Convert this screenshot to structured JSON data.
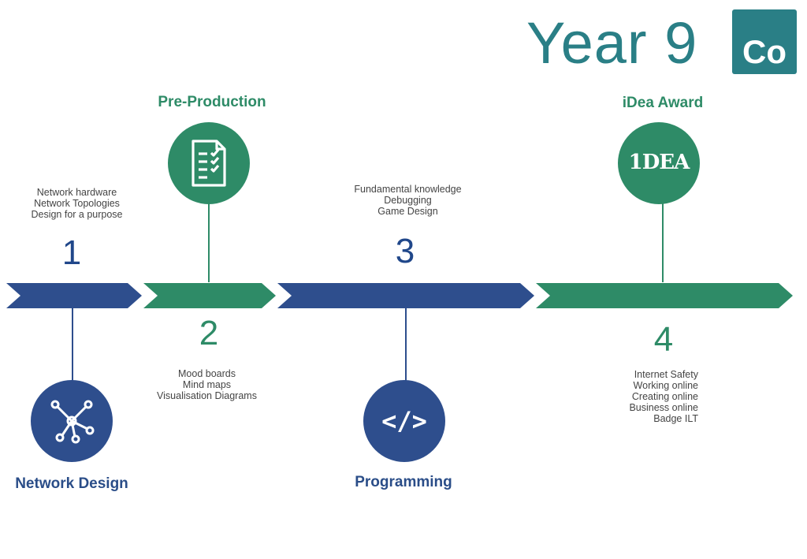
{
  "header": {
    "title": "Year 9",
    "logo_text": "Co"
  },
  "colors": {
    "blue": "#2e4e8d",
    "green": "#2e8b67",
    "teal": "#2a7f86"
  },
  "stages": [
    {
      "number": "1",
      "heading": "Network Design",
      "items": [
        "Network hardware",
        "Network Topologies",
        "Design for a purpose"
      ],
      "icon": "network-nodes-icon"
    },
    {
      "number": "2",
      "heading": "Pre-Production",
      "items": [
        "Mood boards",
        "Mind maps",
        "Visualisation Diagrams"
      ],
      "icon": "checklist-document-icon"
    },
    {
      "number": "3",
      "heading": "Programming",
      "items": [
        "Fundamental knowledge",
        "Debugging",
        "Game Design"
      ],
      "icon": "code-brackets-icon",
      "icon_text": "</>"
    },
    {
      "number": "4",
      "heading": "iDea Award",
      "items": [
        "Internet Safety",
        "Working online",
        "Creating online",
        "Business online",
        "Badge ILT"
      ],
      "icon": "idea-logo-icon",
      "icon_text": "1DEA"
    }
  ]
}
